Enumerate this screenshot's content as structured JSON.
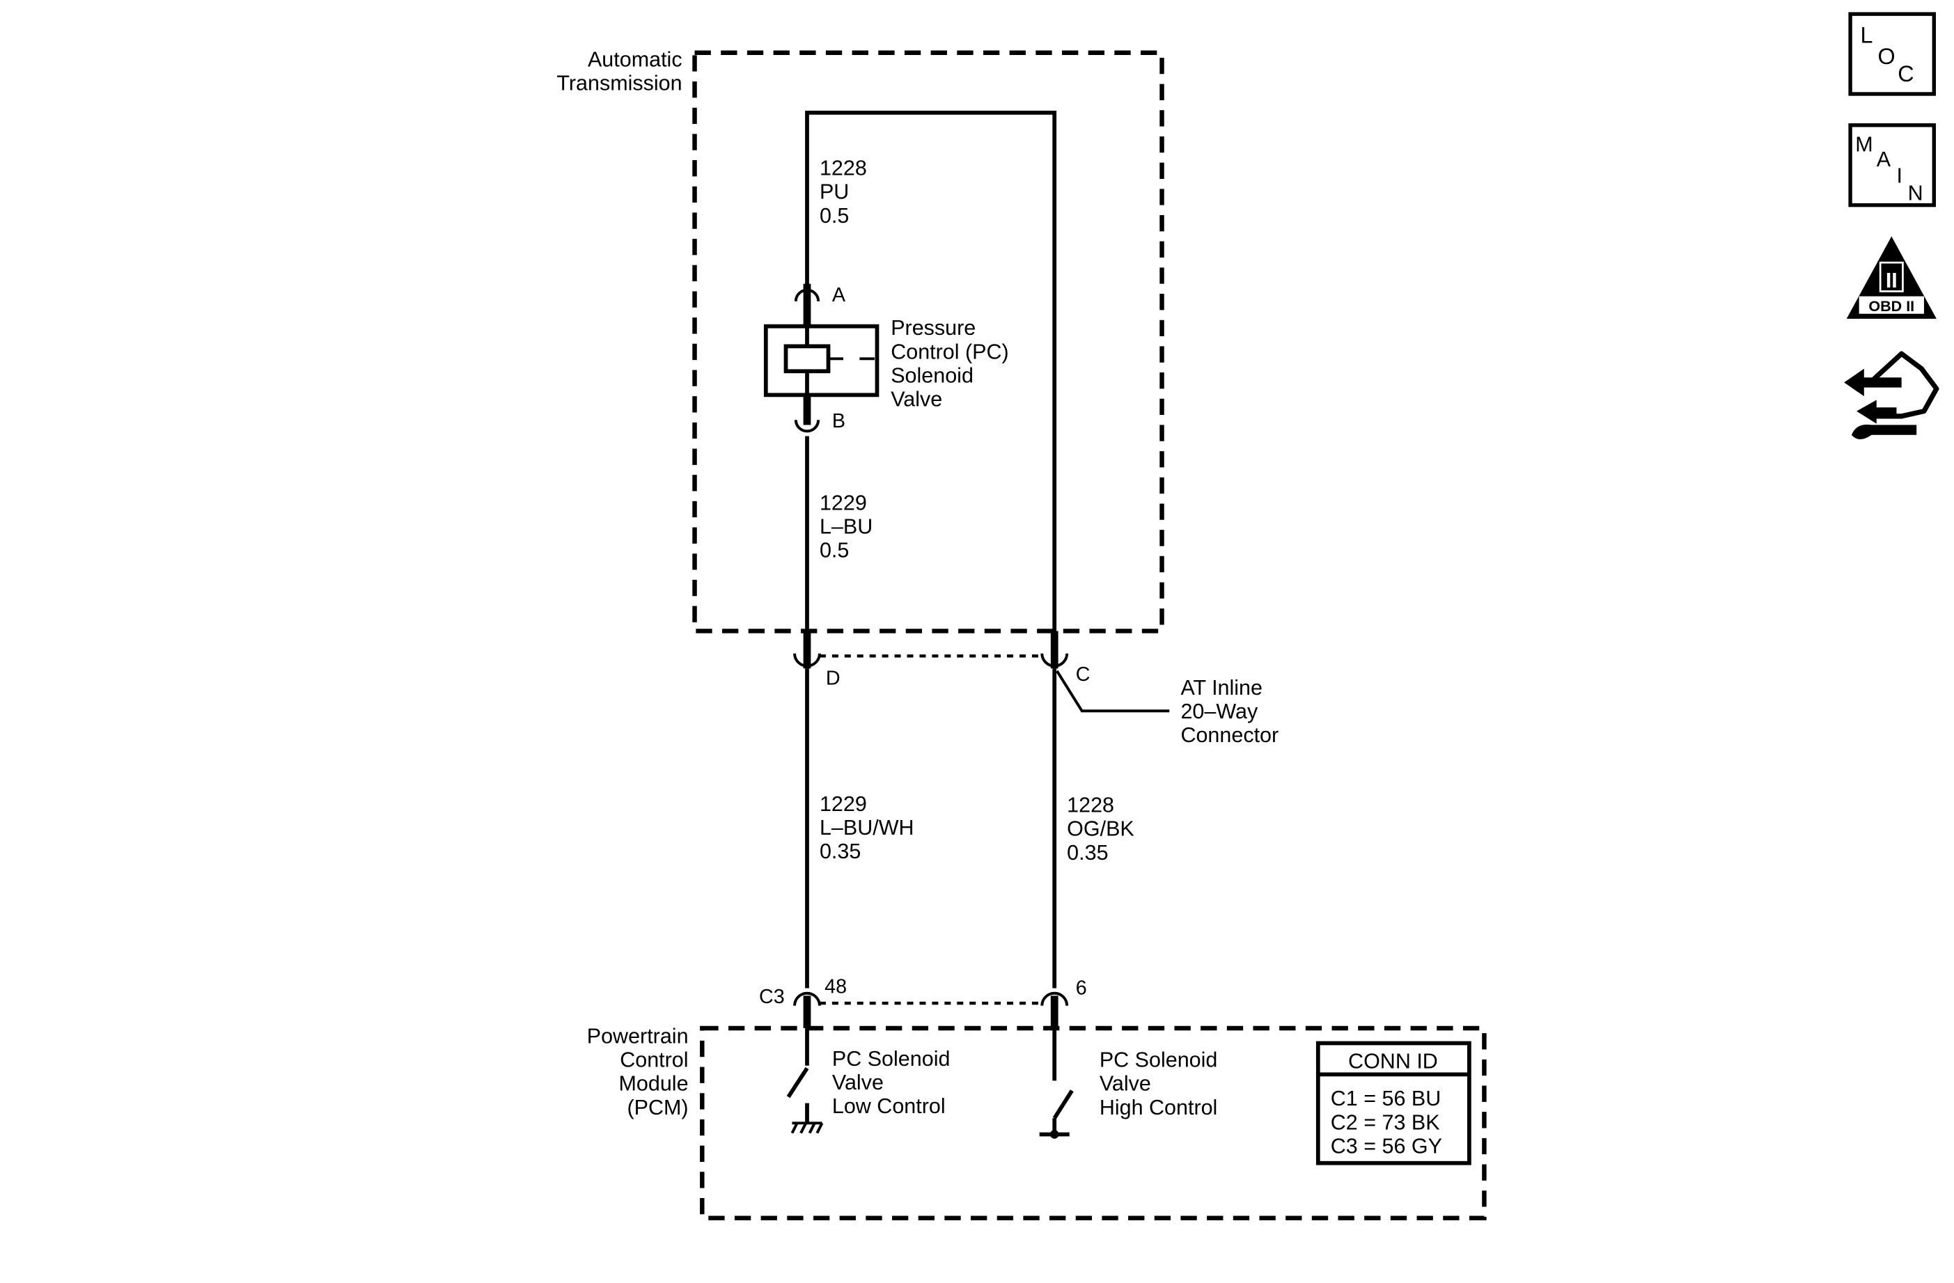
{
  "diagram": {
    "modules": {
      "transmission": {
        "label_line1": "Automatic",
        "label_line2": "Transmission"
      },
      "pcm": {
        "line1": "Powertrain",
        "line2": "Control",
        "line3": "Module",
        "line4": "(PCM)"
      }
    },
    "solenoid": {
      "line1": "Pressure",
      "line2": "Control (PC)",
      "line3": "Solenoid",
      "line4": "Valve",
      "pin_a": "A",
      "pin_b": "B"
    },
    "wires": {
      "top": {
        "circuit": "1228",
        "color": "PU",
        "gauge": "0.5"
      },
      "mid_left": {
        "circuit": "1229",
        "color": "L–BU",
        "gauge": "0.5"
      },
      "lower_left": {
        "circuit": "1229",
        "color": "L–BU/WH",
        "gauge": "0.35"
      },
      "lower_right": {
        "circuit": "1228",
        "color": "OG/BK",
        "gauge": "0.35"
      }
    },
    "inline_connector": {
      "pin_d": "D",
      "pin_c": "C",
      "line1": "AT Inline",
      "line2": "20–Way",
      "line3": "Connector"
    },
    "pcm_connector": {
      "id": "C3",
      "pin_left": "48",
      "pin_right": "6"
    },
    "pcm_controls": {
      "low": {
        "line1": "PC Solenoid",
        "line2": "Valve",
        "line3": "Low Control"
      },
      "high": {
        "line1": "PC Solenoid",
        "line2": "Valve",
        "line3": "High Control"
      }
    },
    "conn_id": {
      "title": "CONN ID",
      "c1": "C1 = 56 BU",
      "c2": "C2 = 73 BK",
      "c3": "C3 = 56 GY"
    }
  },
  "nav_icons": {
    "loc": {
      "icon": "loc-icon",
      "l": "L",
      "o": "O",
      "c": "C"
    },
    "main": {
      "icon": "main-icon",
      "m": "M",
      "a": "A",
      "i": "I",
      "n": "N"
    },
    "obd": {
      "icon": "obd-ii-icon",
      "numeral": "II",
      "label": "OBD II"
    },
    "diag": {
      "icon": "hand-wrench-icon"
    }
  }
}
